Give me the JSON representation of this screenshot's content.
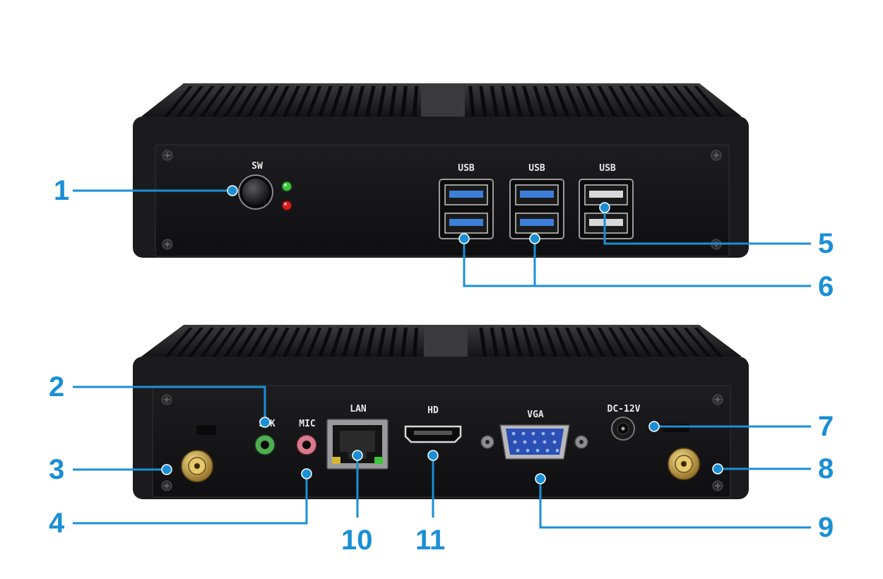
{
  "colors": {
    "callout": "#1a8fd6",
    "chassis": "#1b1b1d",
    "panel": "#151517",
    "label": "#e8e8e8",
    "usb3_blue": "#3b7fd9",
    "led_green": "#3cc43c",
    "led_red": "#d41c1c",
    "audio_green": "#4fae4f",
    "audio_pink": "#d87a8c",
    "vga_blue": "#2a4fb5",
    "gold": "#c9a64a"
  },
  "front_panel": {
    "labels": {
      "sw": "SW",
      "usb_1": "USB",
      "usb_2": "USB",
      "usb_3": "USB"
    },
    "icons": [
      "power-button-icon",
      "led-green-icon",
      "led-red-icon",
      "usb3-port-icon",
      "usb2-port-icon",
      "screw-icon"
    ]
  },
  "rear_panel": {
    "labels": {
      "spk": "SPK",
      "mic": "MIC",
      "lan": "LAN",
      "hd": "HD",
      "vga": "VGA",
      "dc": "DC-12V"
    },
    "icons": [
      "antenna-connector-icon",
      "audio-jack-icon",
      "ethernet-port-icon",
      "hdmi-port-icon",
      "vga-port-icon",
      "dc-jack-icon",
      "screw-icon"
    ]
  },
  "callouts": {
    "n1": "1",
    "n2": "2",
    "n3": "3",
    "n4": "4",
    "n5": "5",
    "n6": "6",
    "n7": "7",
    "n8": "8",
    "n9": "9",
    "n10": "10",
    "n11": "11"
  }
}
